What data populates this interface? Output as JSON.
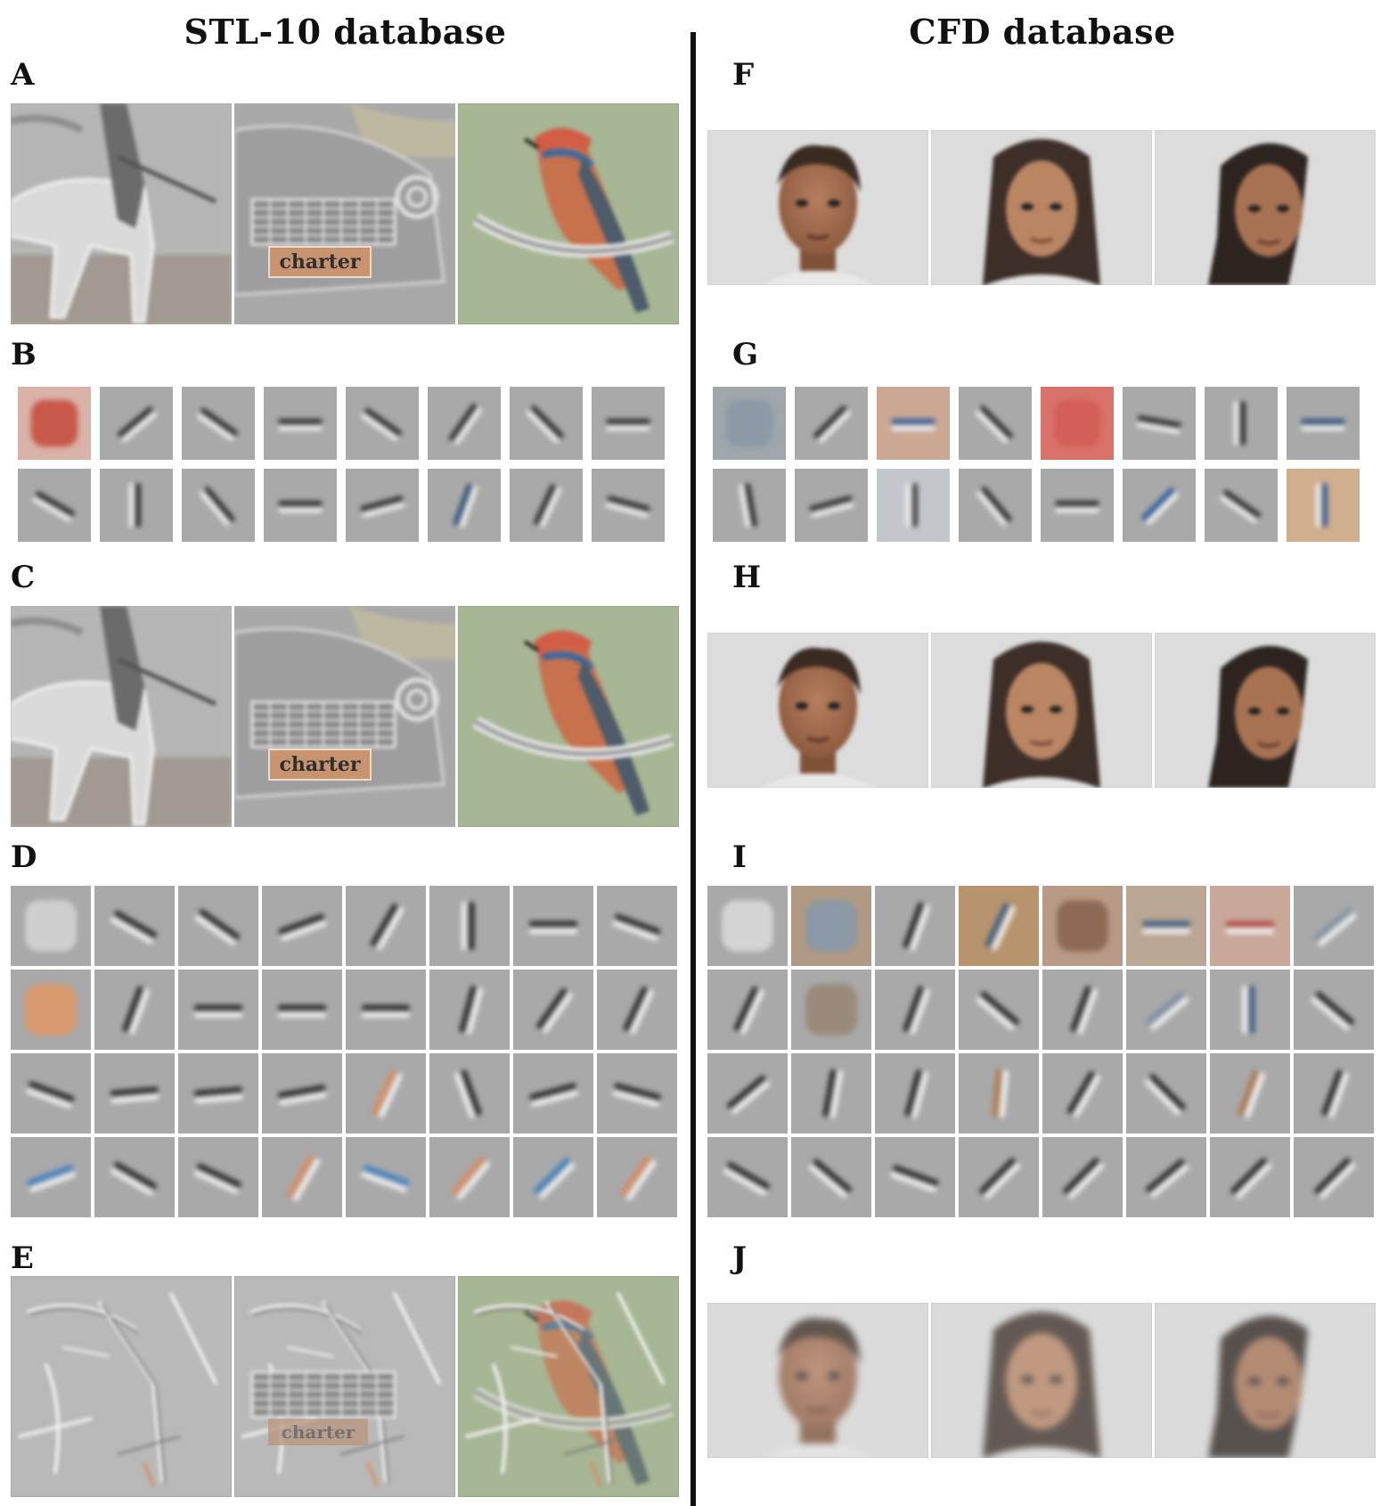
{
  "columns": {
    "left": {
      "title": "STL-10 database"
    },
    "right": {
      "title": "CFD database"
    }
  },
  "panels": {
    "A": "A",
    "B": "B",
    "C": "C",
    "D": "D",
    "E": "E",
    "F": "F",
    "G": "G",
    "H": "H",
    "I": "I",
    "J": "J"
  },
  "image_text": {
    "sign": "charter"
  },
  "colors": {
    "background": "#ffffff",
    "gray_tile": "#a9a9a9",
    "photo_gray": "#b9b9b9",
    "face_bg": "#dcdcdc",
    "orange": "#d9885e",
    "blue": "#3f6fa6",
    "green": "#a7c07f"
  }
}
